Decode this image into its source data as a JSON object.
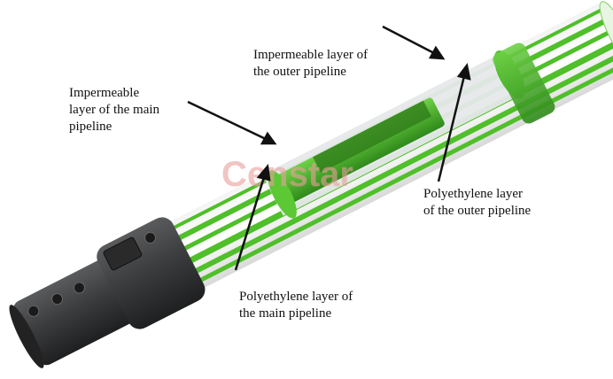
{
  "labels": {
    "main_impermeable": "Impermeable\nlayer of the main\npipeline",
    "outer_impermeable": "Impermeable layer of\nthe outer pipeline",
    "outer_polyethylene": "Polyethylene layer\nof the outer pipeline",
    "main_polyethylene": "Polyethylene layer of\nthe main pipeline"
  },
  "watermark": "Censtar",
  "colors": {
    "green": "#4fbf2a",
    "dark_green": "#2f7d1a",
    "fitting": "#3a3b3d",
    "watermark": "#e8a09a"
  }
}
